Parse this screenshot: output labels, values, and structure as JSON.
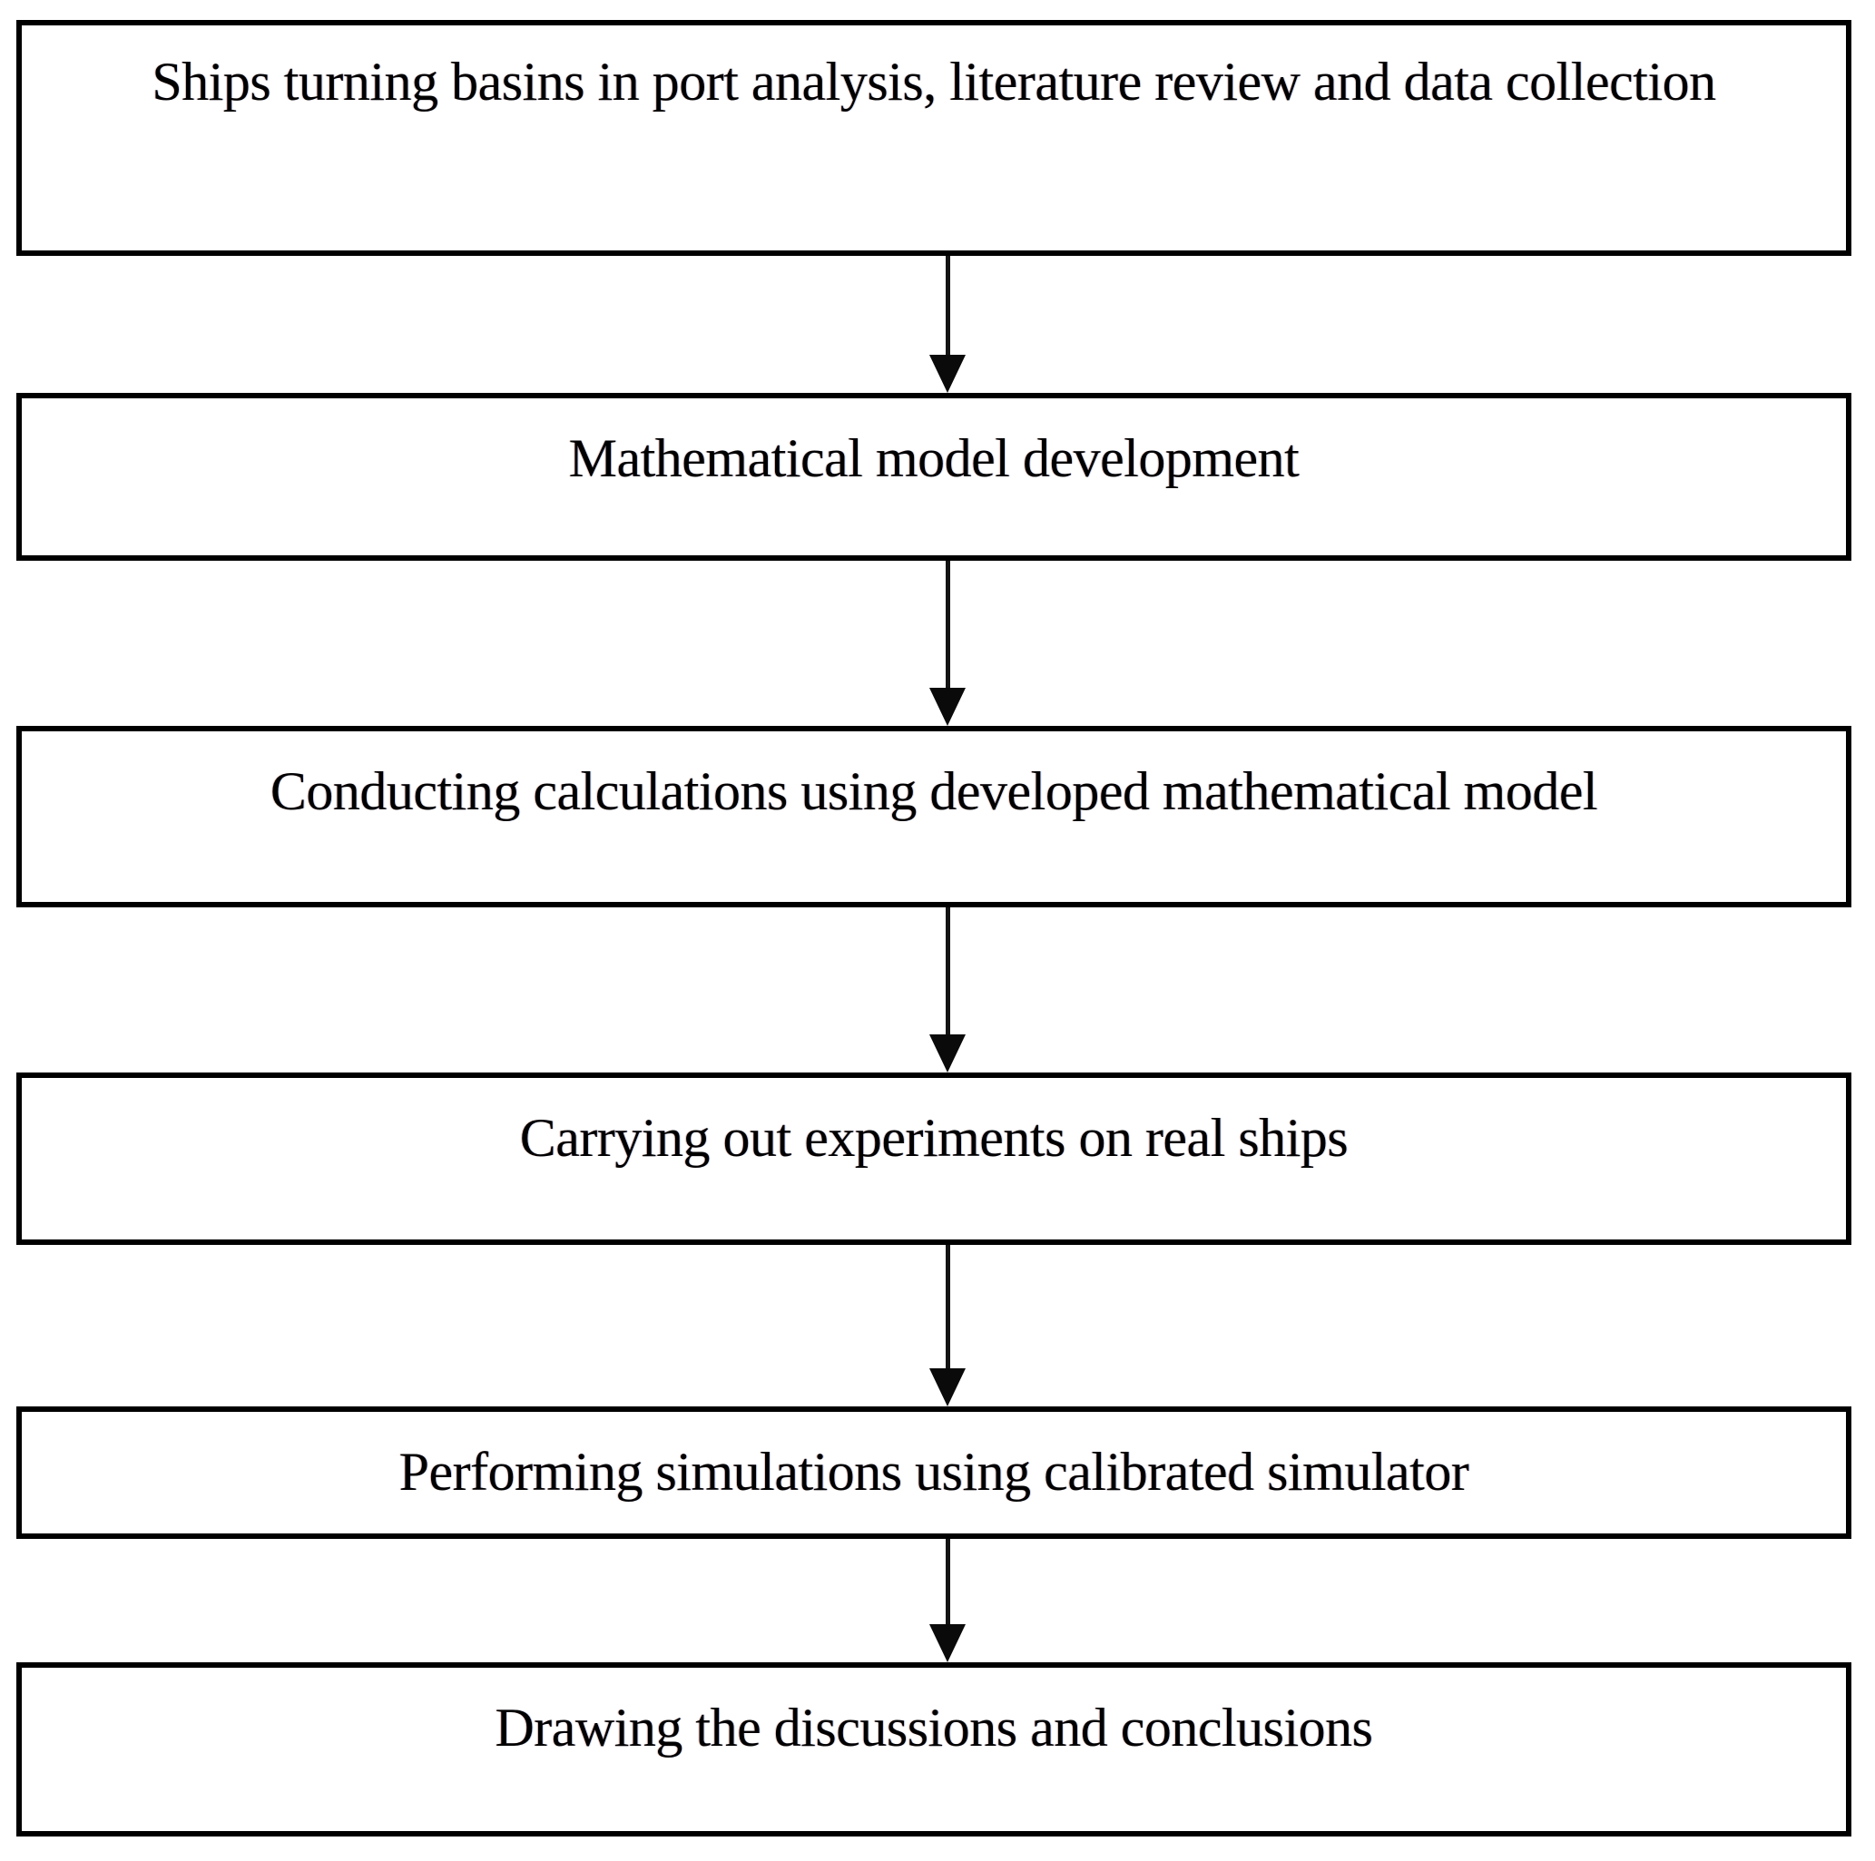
{
  "diagram": {
    "type": "flowchart",
    "orientation": "vertical",
    "background_color": "#ffffff",
    "box_border_color": "#000000",
    "text_color": "#000000",
    "connector_style": "solid-line-with-filled-triangle-arrowhead",
    "steps": [
      {
        "label": "Ships turning basins in port analysis, literature review and data collection"
      },
      {
        "label": "Mathematical model development"
      },
      {
        "label": "Conducting calculations using developed mathematical model"
      },
      {
        "label": "Carrying out experiments on real ships"
      },
      {
        "label": "Performing simulations using calibrated simulator"
      },
      {
        "label": "Drawing the discussions and conclusions"
      }
    ]
  }
}
